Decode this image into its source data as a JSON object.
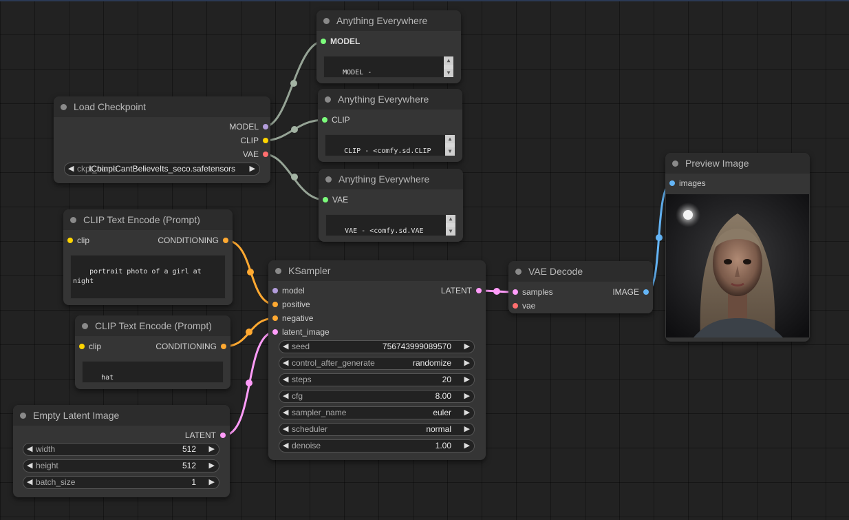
{
  "nodes": {
    "load_checkpoint": {
      "title": "Load Checkpoint",
      "outputs": [
        "MODEL",
        "CLIP",
        "VAE"
      ],
      "ckpt_label": "ckpt_name",
      "ckpt_value": "ICbinpICantBelieveIts_seco.safetensors"
    },
    "ae_model": {
      "title": "Anything Everywhere",
      "input": "MODEL",
      "text": "MODEL -\n<comfy.model_patcher.Mode"
    },
    "ae_clip": {
      "title": "Anything Everywhere",
      "input": "CLIP",
      "text": "CLIP - <comfy.sd.CLIP\nobject at"
    },
    "ae_vae": {
      "title": "Anything Everywhere",
      "input": "VAE",
      "text": "VAE - <comfy.sd.VAE\nobject at"
    },
    "clip_pos": {
      "title": "CLIP Text Encode (Prompt)",
      "input": "clip",
      "output": "CONDITIONING",
      "text": "portrait photo of a girl at night"
    },
    "clip_neg": {
      "title": "CLIP Text Encode (Prompt)",
      "input": "clip",
      "output": "CONDITIONING",
      "text": "hat"
    },
    "empty_latent": {
      "title": "Empty Latent Image",
      "output": "LATENT",
      "widgets": [
        {
          "label": "width",
          "value": "512"
        },
        {
          "label": "height",
          "value": "512"
        },
        {
          "label": "batch_size",
          "value": "1"
        }
      ]
    },
    "ksampler": {
      "title": "KSampler",
      "inputs": [
        "model",
        "positive",
        "negative",
        "latent_image"
      ],
      "output": "LATENT",
      "widgets": [
        {
          "label": "seed",
          "value": "756743999089570"
        },
        {
          "label": "control_after_generate",
          "value": "randomize"
        },
        {
          "label": "steps",
          "value": "20"
        },
        {
          "label": "cfg",
          "value": "8.00"
        },
        {
          "label": "sampler_name",
          "value": "euler"
        },
        {
          "label": "scheduler",
          "value": "normal"
        },
        {
          "label": "denoise",
          "value": "1.00"
        }
      ]
    },
    "vae_decode": {
      "title": "VAE Decode",
      "inputs": [
        "samples",
        "vae"
      ],
      "output": "IMAGE"
    },
    "preview": {
      "title": "Preview Image",
      "input": "images"
    }
  },
  "colors": {
    "model": "#b39ddb",
    "clip": "#ffd500",
    "vae": "#ff6e6e",
    "conditioning": "#ffa931",
    "latent": "#ff9cf9",
    "image": "#64b5f6",
    "ae_input": "#7CFC7C"
  }
}
